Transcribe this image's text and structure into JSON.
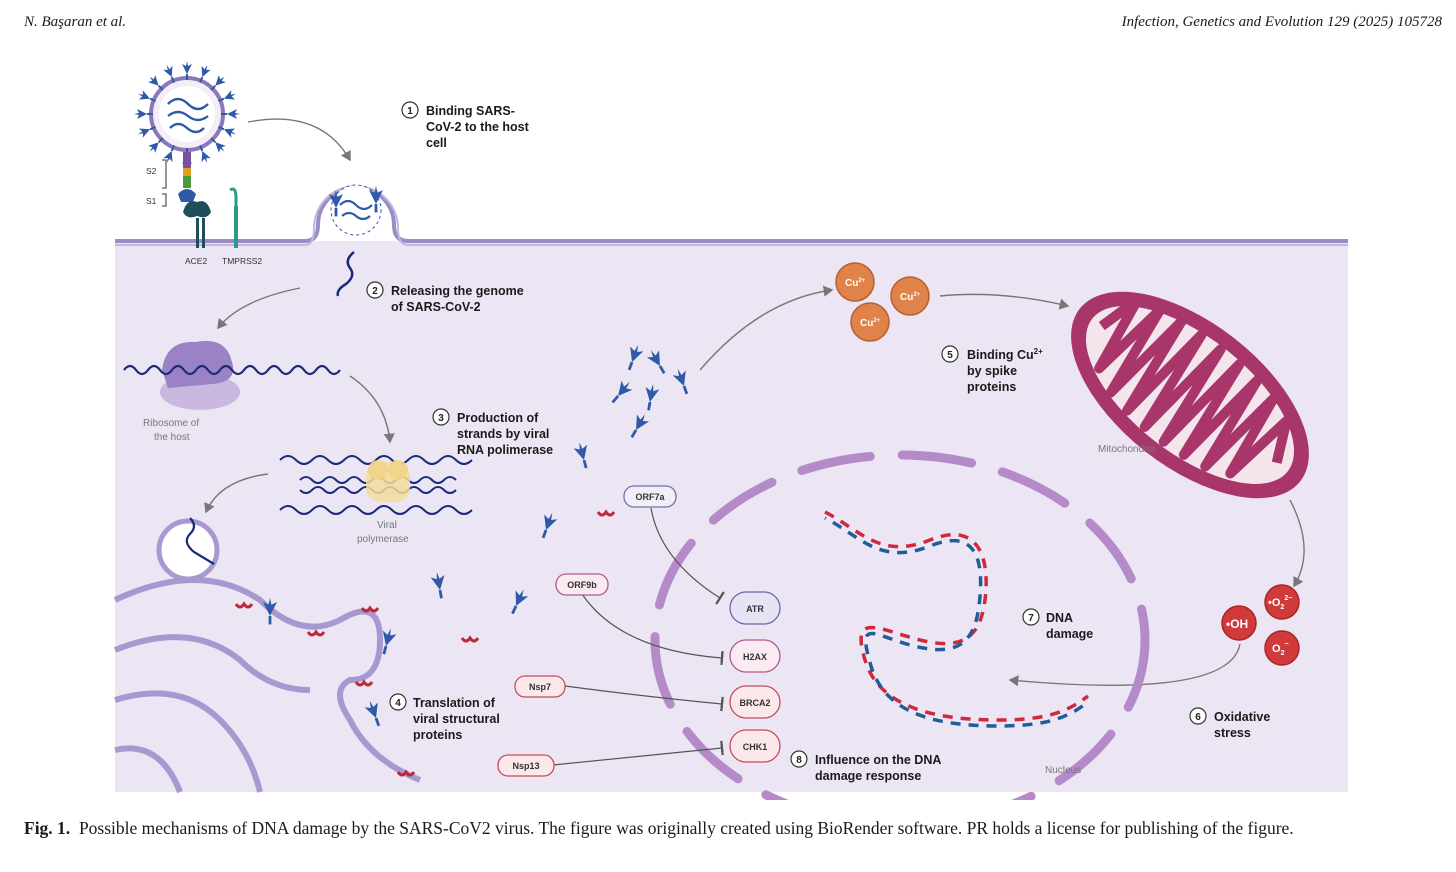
{
  "header": {
    "left": "N. Başaran et al.",
    "right": "Infection, Genetics and Evolution 129 (2025) 105728"
  },
  "steps": [
    {
      "num": "1",
      "line1": "Binding SARS-",
      "line2": "CoV-2 to the host",
      "line3": "cell"
    },
    {
      "num": "2",
      "line1": "Releasing the genome",
      "line2": "of SARS-CoV-2"
    },
    {
      "num": "3",
      "line1": "Production of",
      "line2": "strands by viral",
      "line3": "RNA polimerase"
    },
    {
      "num": "4",
      "line1": "Translation of",
      "line2": "viral structural",
      "line3": "proteins"
    },
    {
      "num": "5",
      "line1": "Binding Cu",
      "sup": "2+",
      "line2": "by spike",
      "line3": "proteins"
    },
    {
      "num": "6",
      "line1": "Oxidative",
      "line2": "stress"
    },
    {
      "num": "7",
      "line1": "DNA",
      "line2": "damage"
    },
    {
      "num": "8",
      "line1": "Influence on the DNA",
      "line2": "damage response"
    }
  ],
  "labels": {
    "s2": "S2",
    "s1": "S1",
    "ace2": "ACE2",
    "tmprss2": "TMPRSS2",
    "ribosome_1": "Ribosome of",
    "ribosome_2": "the host",
    "polymerase_1": "Viral",
    "polymerase_2": "polymerase",
    "mitochondria": "Mitochondria",
    "nucleus": "Nucleus",
    "cu": "Cu",
    "cu_sup": "2+",
    "oh": "OH",
    "o2": "O",
    "o2_sub": "2",
    "o2_sup_a": "2−",
    "o2_sup_b": "−"
  },
  "viral_proteins": [
    "ORF7a",
    "ORF9b",
    "Nsp7",
    "Nsp13"
  ],
  "host_targets": [
    "ATR",
    "H2AX",
    "BRCA2",
    "CHK1"
  ],
  "caption": {
    "label": "Fig. 1.",
    "text": "Possible mechanisms of DNA damage by the SARS-CoV2 virus. The figure was originally created using BioRender software. PR holds a license for publishing of the figure."
  },
  "colors": {
    "cell_bg": "#ece6f4",
    "membrane": "#9c8cc4",
    "spike": "#2f5aa8",
    "mito": "#a8366a",
    "cu": "#e0834a",
    "ros": "#d03a3a",
    "dna_red": "#d0283c",
    "dna_blue": "#1f5e9a"
  }
}
